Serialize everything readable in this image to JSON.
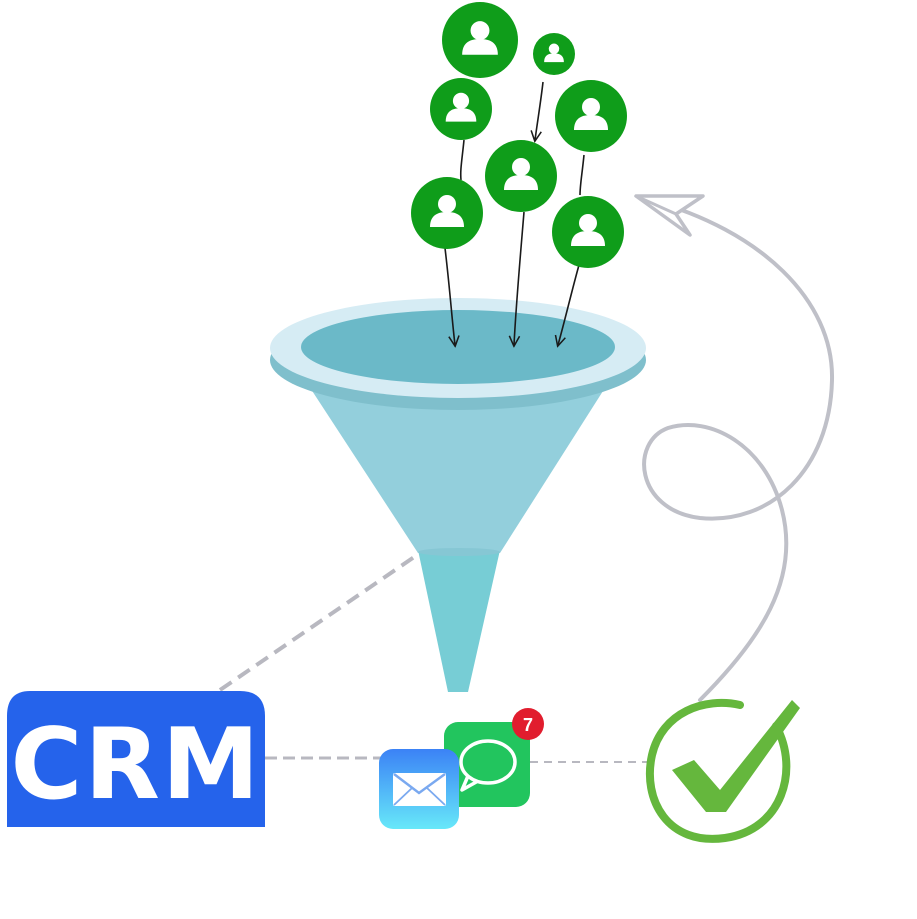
{
  "crm": {
    "label": "CRM",
    "color": "#2563eb"
  },
  "messages": {
    "badge_count": "7",
    "color": "#22c55e",
    "badge_color": "#e11d2e"
  },
  "mail": {
    "color_top": "#3b82f6",
    "color_bottom": "#67e8f9"
  },
  "check": {
    "color": "#65b73d"
  },
  "funnel": {
    "rim_color": "#d6ecf4",
    "inner_color": "#6bb9c8",
    "body_color": "#93cfdc",
    "stem_color": "#77cdd5"
  },
  "users": {
    "count": 7,
    "color": "#0f9d1a",
    "icon": "user-icon"
  },
  "connectors": {
    "color": "#b8b8c0",
    "style": "dashed"
  },
  "return_arrow": {
    "color": "#bfc0c8",
    "icon": "paper-plane-icon"
  }
}
